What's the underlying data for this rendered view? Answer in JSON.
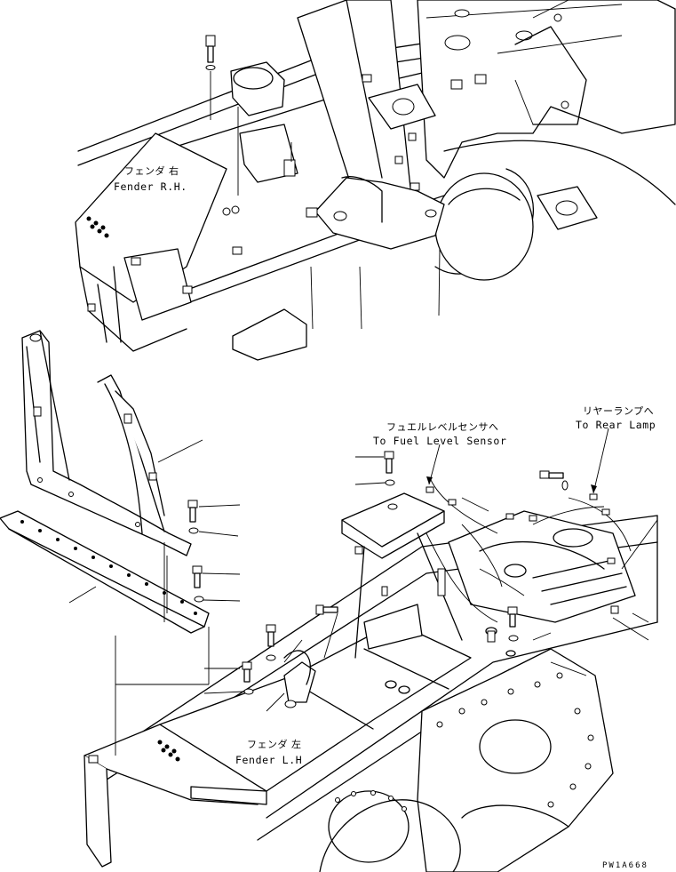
{
  "labels": {
    "fender_rh_jp": "フェンダ 右",
    "fender_rh_en": "Fender R.H.",
    "fender_lh_jp": "フェンダ 左",
    "fender_lh_en": "Fender L.H",
    "fuel_sensor_jp": "フュエルレベルセンサへ",
    "fuel_sensor_en": "To Fuel Level Sensor",
    "rear_lamp_jp": "リヤーランプへ",
    "rear_lamp_en": "To Rear Lamp",
    "drawing_code": "PW1A668"
  }
}
